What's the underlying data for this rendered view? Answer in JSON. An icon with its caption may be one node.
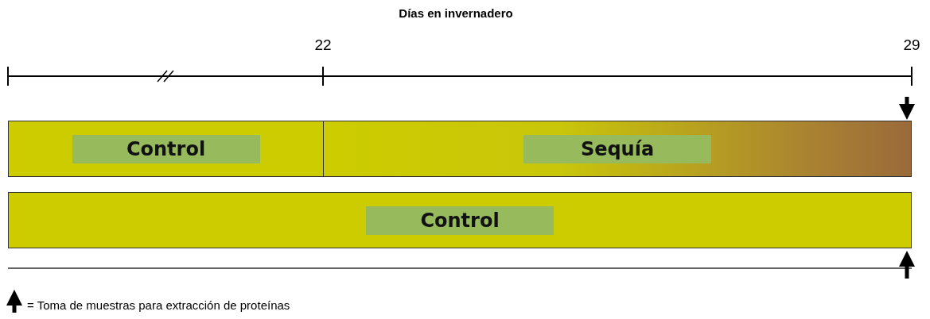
{
  "diagram": {
    "title": "Días en invernadero",
    "nodes": [
      {
        "text": [
          "Control"
        ]
      },
      {
        "text": [
          "Sequía"
        ]
      },
      {
        "text": [
          "Control"
        ]
      }
    ],
    "edges": [
      {
        "from": null,
        "to": 1,
        "arrow": "to"
      },
      {
        "from": null,
        "to": 2,
        "arrow": "to"
      }
    ],
    "labels": [
      "22",
      "29"
    ],
    "legend": [
      {
        "text": "= Toma de muestras para extracción de proteínas"
      }
    ]
  }
}
